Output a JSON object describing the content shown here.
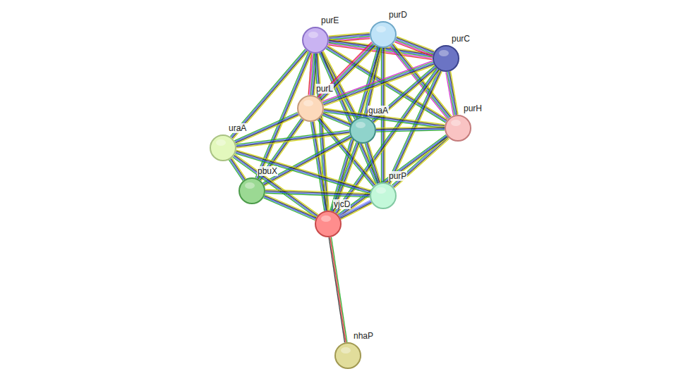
{
  "diagram": {
    "nodes": [
      {
        "text": [
          "purE"
        ]
      },
      {
        "text": [
          "purD"
        ]
      },
      {
        "text": [
          "purC"
        ]
      },
      {
        "text": [
          "purL"
        ]
      },
      {
        "text": [
          "guaA"
        ]
      },
      {
        "text": [
          "purH"
        ]
      },
      {
        "text": [
          "uraA"
        ]
      },
      {
        "text": [
          "pbuX"
        ]
      },
      {
        "text": [
          "purP"
        ]
      },
      {
        "text": [
          "yjcD"
        ]
      },
      {
        "text": [
          "nhaP"
        ]
      }
    ],
    "edges": [
      {
        "from": 0,
        "to": 1,
        "arrow": "none"
      },
      {
        "from": 0,
        "to": 2,
        "arrow": "none"
      },
      {
        "from": 0,
        "to": 3,
        "arrow": "none"
      },
      {
        "from": 0,
        "to": 4,
        "arrow": "none"
      },
      {
        "from": 0,
        "to": 5,
        "arrow": "none"
      },
      {
        "from": 0,
        "to": 6,
        "arrow": "none"
      },
      {
        "from": 0,
        "to": 7,
        "arrow": "none"
      },
      {
        "from": 0,
        "to": 8,
        "arrow": "none"
      },
      {
        "from": 0,
        "to": 9,
        "arrow": "none"
      },
      {
        "from": 1,
        "to": 2,
        "arrow": "none"
      },
      {
        "from": 1,
        "to": 3,
        "arrow": "none"
      },
      {
        "from": 1,
        "to": 4,
        "arrow": "none"
      },
      {
        "from": 1,
        "to": 5,
        "arrow": "none"
      },
      {
        "from": 1,
        "to": 8,
        "arrow": "none"
      },
      {
        "from": 1,
        "to": 9,
        "arrow": "none"
      },
      {
        "from": 2,
        "to": 3,
        "arrow": "none"
      },
      {
        "from": 2,
        "to": 4,
        "arrow": "none"
      },
      {
        "from": 2,
        "to": 5,
        "arrow": "none"
      },
      {
        "from": 2,
        "to": 8,
        "arrow": "none"
      },
      {
        "from": 2,
        "to": 9,
        "arrow": "none"
      },
      {
        "from": 3,
        "to": 4,
        "arrow": "none"
      },
      {
        "from": 3,
        "to": 5,
        "arrow": "none"
      },
      {
        "from": 3,
        "to": 6,
        "arrow": "none"
      },
      {
        "from": 3,
        "to": 7,
        "arrow": "none"
      },
      {
        "from": 3,
        "to": 8,
        "arrow": "none"
      },
      {
        "from": 3,
        "to": 9,
        "arrow": "none"
      },
      {
        "from": 4,
        "to": 5,
        "arrow": "none"
      },
      {
        "from": 4,
        "to": 6,
        "arrow": "none"
      },
      {
        "from": 4,
        "to": 7,
        "arrow": "none"
      },
      {
        "from": 4,
        "to": 8,
        "arrow": "none"
      },
      {
        "from": 4,
        "to": 9,
        "arrow": "none"
      },
      {
        "from": 5,
        "to": 8,
        "arrow": "none"
      },
      {
        "from": 5,
        "to": 9,
        "arrow": "none"
      },
      {
        "from": 6,
        "to": 7,
        "arrow": "none"
      },
      {
        "from": 6,
        "to": 8,
        "arrow": "none"
      },
      {
        "from": 6,
        "to": 9,
        "arrow": "none"
      },
      {
        "from": 7,
        "to": 8,
        "arrow": "none"
      },
      {
        "from": 7,
        "to": 9,
        "arrow": "none"
      },
      {
        "from": 8,
        "to": 9,
        "arrow": "none"
      },
      {
        "from": 9,
        "to": 10,
        "arrow": "none"
      }
    ]
  }
}
